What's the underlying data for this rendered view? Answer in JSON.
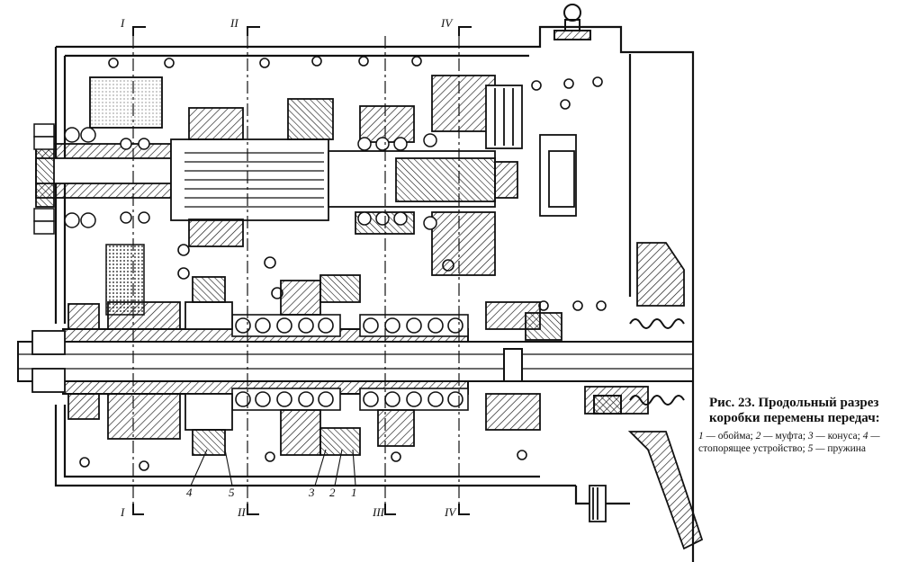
{
  "caption": {
    "label": "Рис. 23.",
    "title": "Продольный разрез коробки перемены передач:",
    "legend": [
      {
        "n": "1",
        "text": "обойма;"
      },
      {
        "n": "2",
        "text": "муфта;"
      },
      {
        "n": "3",
        "text": "конуса;"
      },
      {
        "n": "4",
        "text": "стопорящее устройство;"
      },
      {
        "n": "5",
        "text": "пружина"
      }
    ]
  },
  "section_marks_top": [
    "I",
    "II",
    "IV"
  ],
  "section_marks_bottom": [
    "I",
    "II",
    "III",
    "IV"
  ],
  "part_numbers": [
    "4",
    "5",
    "3",
    "2",
    "1"
  ],
  "colors": {
    "ink": "#111111",
    "paper": "#ffffff"
  }
}
